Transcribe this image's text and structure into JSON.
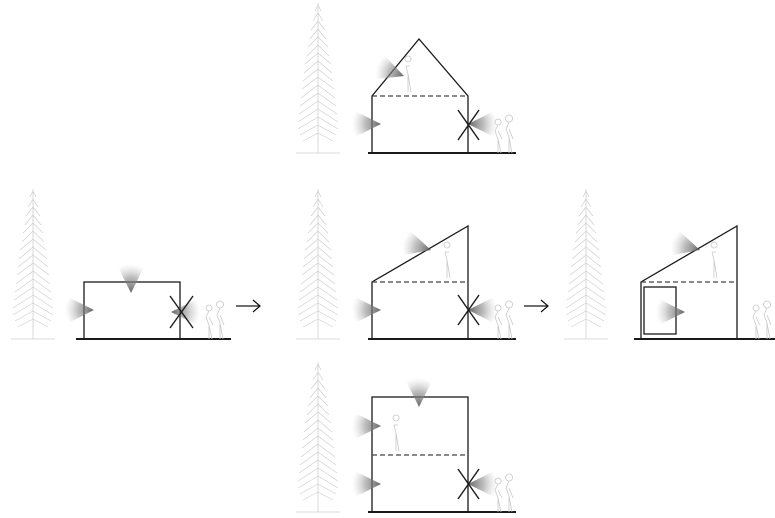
{
  "diagram": {
    "description_visible_text": "",
    "colors": {
      "line": "#1a1a1a",
      "tree": "#cfcfcf",
      "light_cone": "#6e6e6e",
      "background": "#ffffff"
    },
    "panels": [
      {
        "name": "panel-top",
        "variant": "gable-roof-with-attic"
      },
      {
        "name": "panel-left",
        "variant": "flat-roof-single-storey"
      },
      {
        "name": "panel-center",
        "variant": "mono-pitch-roof-with-loft"
      },
      {
        "name": "panel-right",
        "variant": "mono-pitch-roof-with-inset-box"
      },
      {
        "name": "panel-bottom",
        "variant": "two-storey-flat-roof"
      }
    ],
    "arrows": [
      {
        "name": "arrow-left-to-center",
        "glyph": "→"
      },
      {
        "name": "arrow-center-to-right",
        "glyph": "→"
      }
    ],
    "icons": [
      "tree-icon",
      "person-icon",
      "light-cone-icon",
      "cross-mark-icon"
    ]
  }
}
